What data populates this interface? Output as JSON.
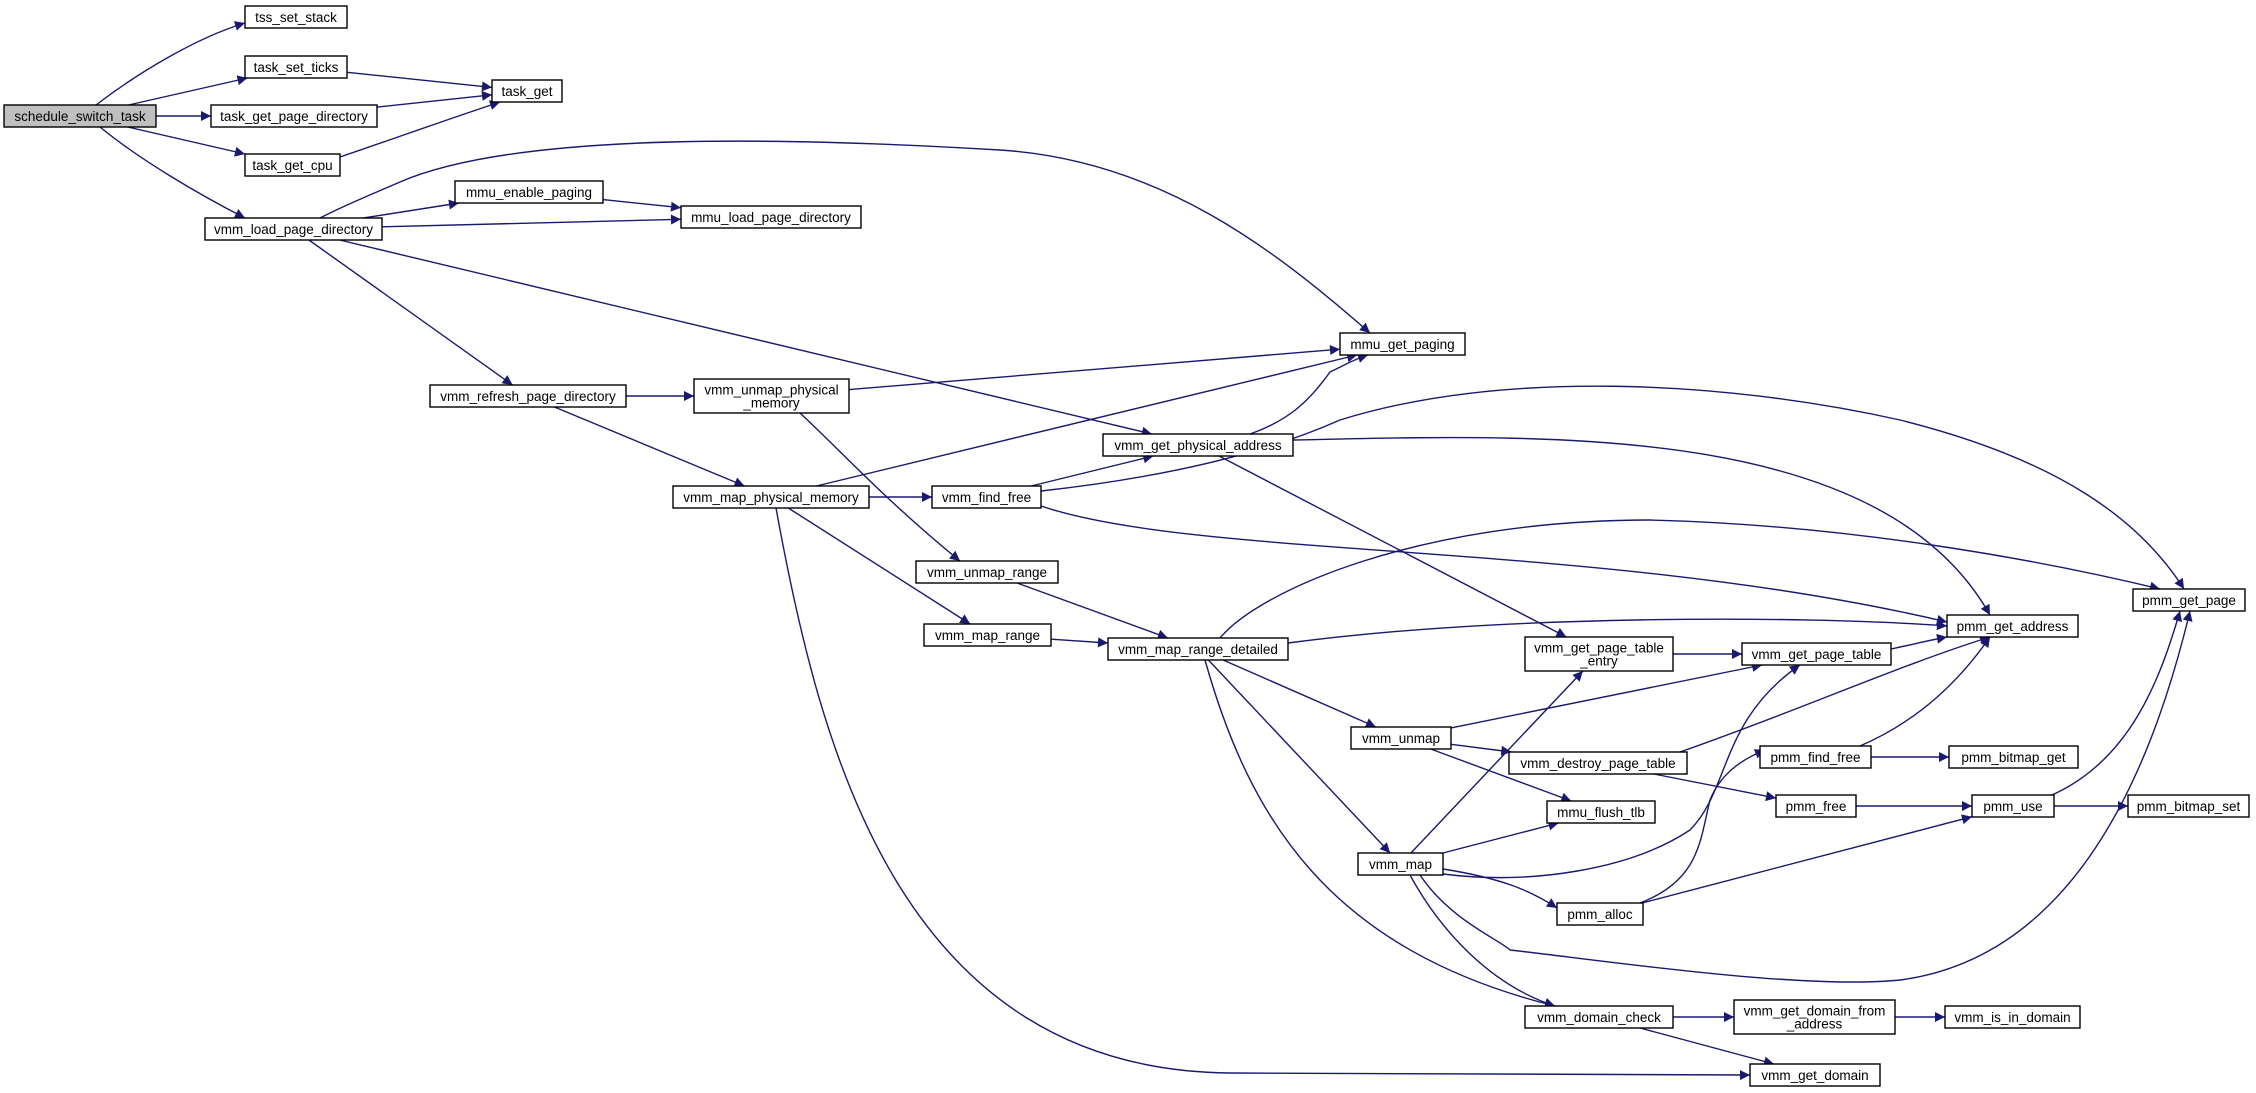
{
  "graph": {
    "edge_color": "#191970",
    "root_fill": "#bfbfbf",
    "nodes": [
      {
        "id": "schedule_switch_task",
        "label": [
          "schedule_switch_task"
        ],
        "root": true
      },
      {
        "id": "tss_set_stack",
        "label": [
          "tss_set_stack"
        ]
      },
      {
        "id": "task_set_ticks",
        "label": [
          "task_set_ticks"
        ]
      },
      {
        "id": "task_get_page_directory",
        "label": [
          "task_get_page_directory"
        ]
      },
      {
        "id": "task_get_cpu",
        "label": [
          "task_get_cpu"
        ]
      },
      {
        "id": "task_get",
        "label": [
          "task_get"
        ]
      },
      {
        "id": "vmm_load_page_directory",
        "label": [
          "vmm_load_page_directory"
        ]
      },
      {
        "id": "mmu_enable_paging",
        "label": [
          "mmu_enable_paging"
        ]
      },
      {
        "id": "mmu_load_page_directory",
        "label": [
          "mmu_load_page_directory"
        ]
      },
      {
        "id": "mmu_get_paging",
        "label": [
          "mmu_get_paging"
        ]
      },
      {
        "id": "vmm_refresh_page_directory",
        "label": [
          "vmm_refresh_page_directory"
        ]
      },
      {
        "id": "vmm_unmap_physical_memory",
        "label": [
          "vmm_unmap_physical",
          "_memory"
        ]
      },
      {
        "id": "vmm_get_physical_address",
        "label": [
          "vmm_get_physical_address"
        ]
      },
      {
        "id": "vmm_map_physical_memory",
        "label": [
          "vmm_map_physical_memory"
        ]
      },
      {
        "id": "vmm_find_free",
        "label": [
          "vmm_find_free"
        ]
      },
      {
        "id": "vmm_unmap_range",
        "label": [
          "vmm_unmap_range"
        ]
      },
      {
        "id": "vmm_map_range",
        "label": [
          "vmm_map_range"
        ]
      },
      {
        "id": "vmm_map_range_detailed",
        "label": [
          "vmm_map_range_detailed"
        ]
      },
      {
        "id": "vmm_get_page_table_entry",
        "label": [
          "vmm_get_page_table",
          "_entry"
        ]
      },
      {
        "id": "vmm_get_page_table",
        "label": [
          "vmm_get_page_table"
        ]
      },
      {
        "id": "pmm_get_address",
        "label": [
          "pmm_get_address"
        ]
      },
      {
        "id": "pmm_get_page",
        "label": [
          "pmm_get_page"
        ]
      },
      {
        "id": "vmm_unmap",
        "label": [
          "vmm_unmap"
        ]
      },
      {
        "id": "vmm_destroy_page_table",
        "label": [
          "vmm_destroy_page_table"
        ]
      },
      {
        "id": "pmm_find_free",
        "label": [
          "pmm_find_free"
        ]
      },
      {
        "id": "pmm_bitmap_get",
        "label": [
          "pmm_bitmap_get"
        ]
      },
      {
        "id": "pmm_free",
        "label": [
          "pmm_free"
        ]
      },
      {
        "id": "pmm_use",
        "label": [
          "pmm_use"
        ]
      },
      {
        "id": "pmm_bitmap_set",
        "label": [
          "pmm_bitmap_set"
        ]
      },
      {
        "id": "mmu_flush_tlb",
        "label": [
          "mmu_flush_tlb"
        ]
      },
      {
        "id": "vmm_map",
        "label": [
          "vmm_map"
        ]
      },
      {
        "id": "pmm_alloc",
        "label": [
          "pmm_alloc"
        ]
      },
      {
        "id": "vmm_domain_check",
        "label": [
          "vmm_domain_check"
        ]
      },
      {
        "id": "vmm_get_domain_from_address",
        "label": [
          "vmm_get_domain_from",
          "_address"
        ]
      },
      {
        "id": "vmm_is_in_domain",
        "label": [
          "vmm_is_in_domain"
        ]
      },
      {
        "id": "vmm_get_domain",
        "label": [
          "vmm_get_domain"
        ]
      }
    ],
    "edges": [
      {
        "from": "schedule_switch_task",
        "to": "tss_set_stack"
      },
      {
        "from": "schedule_switch_task",
        "to": "task_set_ticks"
      },
      {
        "from": "schedule_switch_task",
        "to": "task_get_page_directory"
      },
      {
        "from": "schedule_switch_task",
        "to": "task_get_cpu"
      },
      {
        "from": "schedule_switch_task",
        "to": "vmm_load_page_directory"
      },
      {
        "from": "task_set_ticks",
        "to": "task_get"
      },
      {
        "from": "task_get_page_directory",
        "to": "task_get"
      },
      {
        "from": "task_get_cpu",
        "to": "task_get"
      },
      {
        "from": "vmm_load_page_directory",
        "to": "mmu_enable_paging"
      },
      {
        "from": "vmm_load_page_directory",
        "to": "mmu_load_page_directory"
      },
      {
        "from": "vmm_load_page_directory",
        "to": "mmu_get_paging"
      },
      {
        "from": "vmm_load_page_directory",
        "to": "vmm_refresh_page_directory"
      },
      {
        "from": "vmm_load_page_directory",
        "to": "vmm_get_physical_address"
      },
      {
        "from": "mmu_enable_paging",
        "to": "mmu_load_page_directory"
      },
      {
        "from": "vmm_refresh_page_directory",
        "to": "vmm_unmap_physical_memory"
      },
      {
        "from": "vmm_refresh_page_directory",
        "to": "vmm_map_physical_memory"
      },
      {
        "from": "vmm_unmap_physical_memory",
        "to": "mmu_get_paging"
      },
      {
        "from": "vmm_unmap_physical_memory",
        "to": "vmm_unmap_range"
      },
      {
        "from": "vmm_get_physical_address",
        "to": "mmu_get_paging"
      },
      {
        "from": "vmm_get_physical_address",
        "to": "pmm_get_address"
      },
      {
        "from": "vmm_get_physical_address",
        "to": "vmm_get_page_table_entry"
      },
      {
        "from": "vmm_map_physical_memory",
        "to": "mmu_get_paging"
      },
      {
        "from": "vmm_map_physical_memory",
        "to": "vmm_find_free"
      },
      {
        "from": "vmm_map_physical_memory",
        "to": "vmm_map_range"
      },
      {
        "from": "vmm_map_physical_memory",
        "to": "vmm_get_domain"
      },
      {
        "from": "vmm_find_free",
        "to": "vmm_get_physical_address"
      },
      {
        "from": "vmm_find_free",
        "to": "pmm_get_page"
      },
      {
        "from": "vmm_find_free",
        "to": "pmm_get_address"
      },
      {
        "from": "vmm_unmap_range",
        "to": "vmm_map_range_detailed"
      },
      {
        "from": "vmm_map_range",
        "to": "vmm_map_range_detailed"
      },
      {
        "from": "vmm_map_range_detailed",
        "to": "pmm_get_page"
      },
      {
        "from": "vmm_map_range_detailed",
        "to": "pmm_get_address"
      },
      {
        "from": "vmm_map_range_detailed",
        "to": "vmm_unmap"
      },
      {
        "from": "vmm_map_range_detailed",
        "to": "vmm_map"
      },
      {
        "from": "vmm_map_range_detailed",
        "to": "vmm_domain_check"
      },
      {
        "from": "vmm_get_page_table_entry",
        "to": "vmm_get_page_table"
      },
      {
        "from": "vmm_get_page_table",
        "to": "pmm_get_address"
      },
      {
        "from": "vmm_unmap",
        "to": "vmm_get_page_table"
      },
      {
        "from": "vmm_unmap",
        "to": "vmm_destroy_page_table"
      },
      {
        "from": "vmm_unmap",
        "to": "mmu_flush_tlb"
      },
      {
        "from": "vmm_destroy_page_table",
        "to": "pmm_get_address"
      },
      {
        "from": "vmm_destroy_page_table",
        "to": "pmm_free"
      },
      {
        "from": "pmm_find_free",
        "to": "pmm_bitmap_get"
      },
      {
        "from": "pmm_find_free",
        "to": "pmm_get_address"
      },
      {
        "from": "pmm_free",
        "to": "pmm_use"
      },
      {
        "from": "pmm_use",
        "to": "pmm_bitmap_set"
      },
      {
        "from": "pmm_use",
        "to": "pmm_get_page"
      },
      {
        "from": "vmm_map",
        "to": "vmm_get_page_table_entry"
      },
      {
        "from": "vmm_map",
        "to": "mmu_flush_tlb"
      },
      {
        "from": "vmm_map",
        "to": "vmm_get_page_table"
      },
      {
        "from": "vmm_map",
        "to": "pmm_alloc"
      },
      {
        "from": "vmm_map",
        "to": "pmm_get_page"
      },
      {
        "from": "vmm_map",
        "to": "vmm_domain_check"
      },
      {
        "from": "pmm_alloc",
        "to": "pmm_find_free"
      },
      {
        "from": "pmm_alloc",
        "to": "pmm_use"
      },
      {
        "from": "vmm_domain_check",
        "to": "vmm_get_domain_from_address"
      },
      {
        "from": "vmm_domain_check",
        "to": "vmm_get_domain"
      },
      {
        "from": "vmm_get_domain_from_address",
        "to": "vmm_is_in_domain"
      }
    ]
  }
}
